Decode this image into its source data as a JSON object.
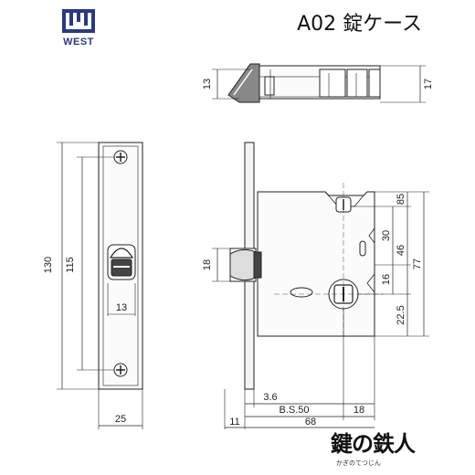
{
  "header": {
    "logo_text": "WEST",
    "title": "A02 錠ケース"
  },
  "dimensions": {
    "front_height_total": "130",
    "front_height_inner": "115",
    "knob_width": "13",
    "front_width": "25",
    "top_latch_depth": "13",
    "top_total_depth": "17",
    "side_latch_height": "18",
    "right_85": "85",
    "right_30": "30",
    "right_46": "46",
    "right_77": "77",
    "right_16": "16",
    "right_22_5": "22.5",
    "bottom_3_6": "3.6",
    "backset": "B.S.50",
    "bottom_18": "18",
    "bottom_11": "11",
    "bottom_68": "68"
  },
  "brand": {
    "main": "鍵の鉄人",
    "sub": "かぎのてつじん"
  },
  "colors": {
    "line": "#222222",
    "fill_light": "#f4f4f4",
    "fill_dark": "#555555",
    "logo": "#2a3a7c"
  }
}
